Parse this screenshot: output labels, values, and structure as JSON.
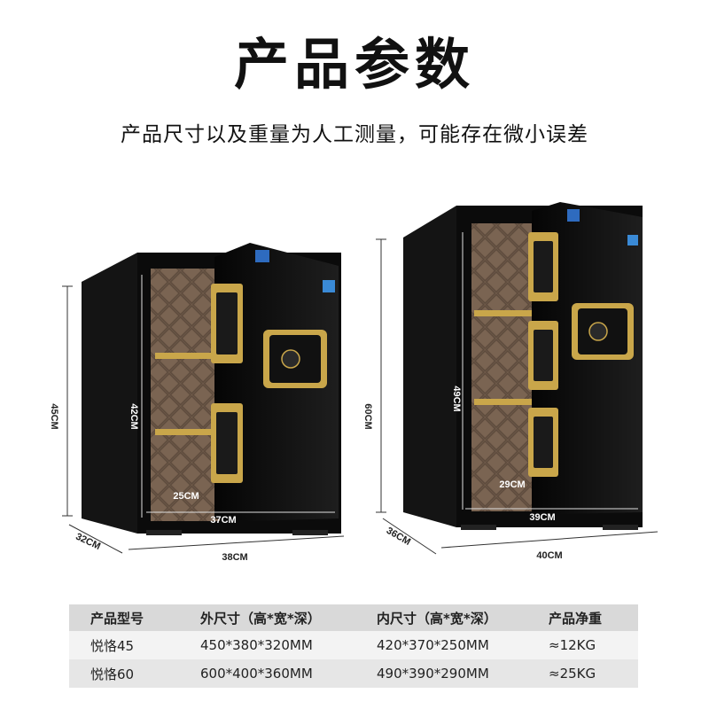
{
  "header": {
    "title": "产品参数",
    "subtitle": "产品尺寸以及重量为人工测量，可能存在微小误差"
  },
  "safe_small": {
    "height": "45CM",
    "inner_height": "42CM",
    "inner_depth": "25CM",
    "inner_width": "37CM",
    "depth": "32CM",
    "width": "38CM"
  },
  "safe_large": {
    "height": "60CM",
    "inner_height": "49CM",
    "inner_depth": "29CM",
    "inner_width": "39CM",
    "depth": "36CM",
    "width": "40CM"
  },
  "spec_table": {
    "headers": [
      "产品型号",
      "外尺寸（高*宽*深）",
      "内尺寸（高*宽*深）",
      "产品净重"
    ],
    "rows": [
      [
        "悦恪45",
        "450*380*320MM",
        "420*370*250MM",
        "≈12KG"
      ],
      [
        "悦恪60",
        "600*400*360MM",
        "490*390*290MM",
        "≈25KG"
      ]
    ]
  },
  "colors": {
    "safe_body": "#0d0d0d",
    "lining": "#7a6452",
    "gold": "#c9a64a"
  }
}
